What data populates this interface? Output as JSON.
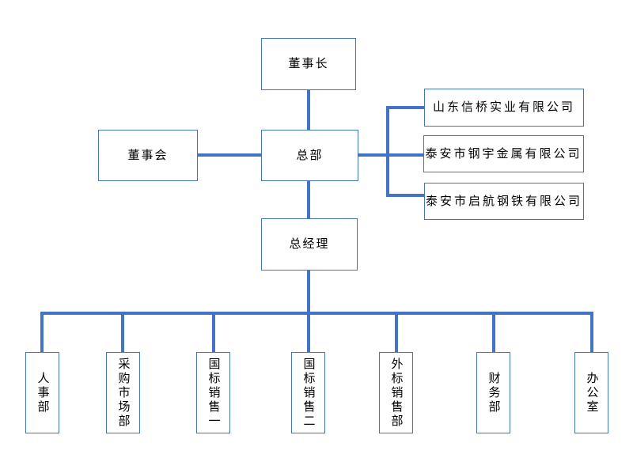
{
  "diagram": {
    "type": "org-chart",
    "colors": {
      "line": "#4472C4",
      "node_border": "#4472C4",
      "background": "#FFFFFF",
      "text": "#000000"
    },
    "nodes": {
      "chairman": {
        "label": "董事长"
      },
      "board": {
        "label": "董事会"
      },
      "headquarters": {
        "label": "总部"
      },
      "general_manager": {
        "label": "总经理"
      }
    },
    "subsidiaries": [
      {
        "label": "山东信桥实业有限公司"
      },
      {
        "label": "泰安市钢宇金属有限公司"
      },
      {
        "label": "泰安市启航钢铁有限公司"
      }
    ],
    "departments": [
      {
        "label": "人事部"
      },
      {
        "label": "采购市场部"
      },
      {
        "label": "国标销售一"
      },
      {
        "label": "国标销售二"
      },
      {
        "label": "外标销售部"
      },
      {
        "label": "财务部"
      },
      {
        "label": "办公室"
      }
    ]
  }
}
